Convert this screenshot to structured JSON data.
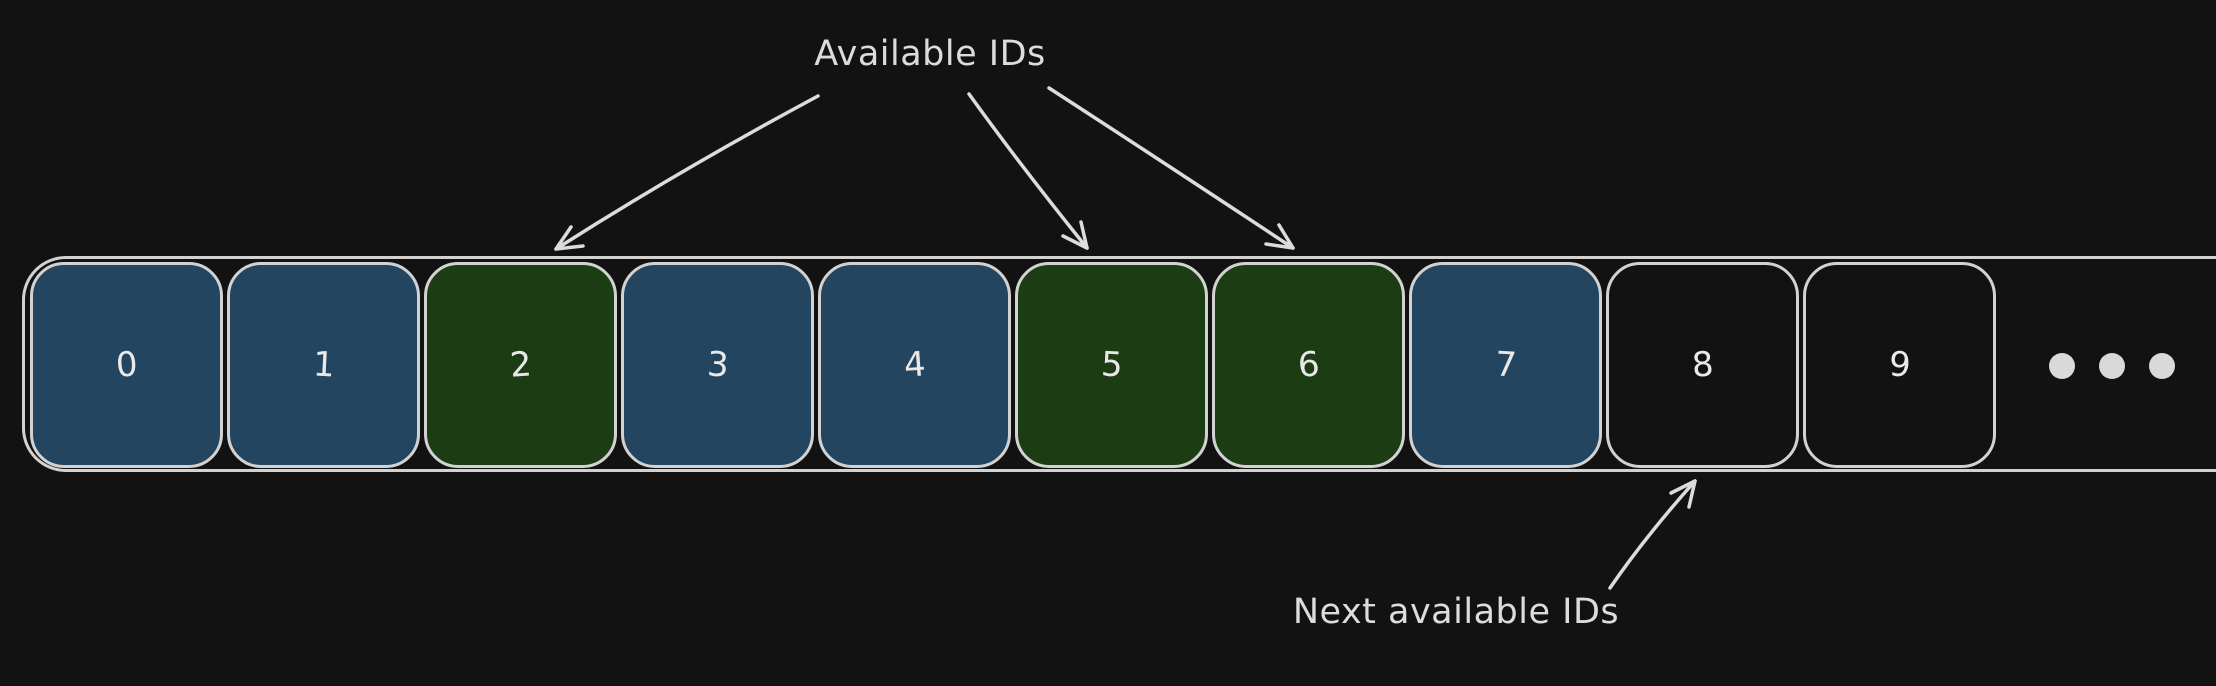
{
  "diagram": {
    "labels": {
      "available": "Available IDs",
      "next_available": "Next available IDs"
    },
    "id_strip": {
      "cells": [
        {
          "label": "0",
          "state": "used"
        },
        {
          "label": "1",
          "state": "used"
        },
        {
          "label": "2",
          "state": "available"
        },
        {
          "label": "3",
          "state": "used"
        },
        {
          "label": "4",
          "state": "used"
        },
        {
          "label": "5",
          "state": "available"
        },
        {
          "label": "6",
          "state": "available"
        },
        {
          "label": "7",
          "state": "used"
        },
        {
          "label": "8",
          "state": "next"
        },
        {
          "label": "9",
          "state": "next"
        }
      ],
      "ellipsis_dot_count": 3
    },
    "colors": {
      "background": "#121212",
      "stroke": "#dcdcdc",
      "used_fill": "#24455f",
      "available_fill": "#1c3c14",
      "cell_border": "#d2d2d2",
      "dot": "#d9d9d9"
    }
  }
}
